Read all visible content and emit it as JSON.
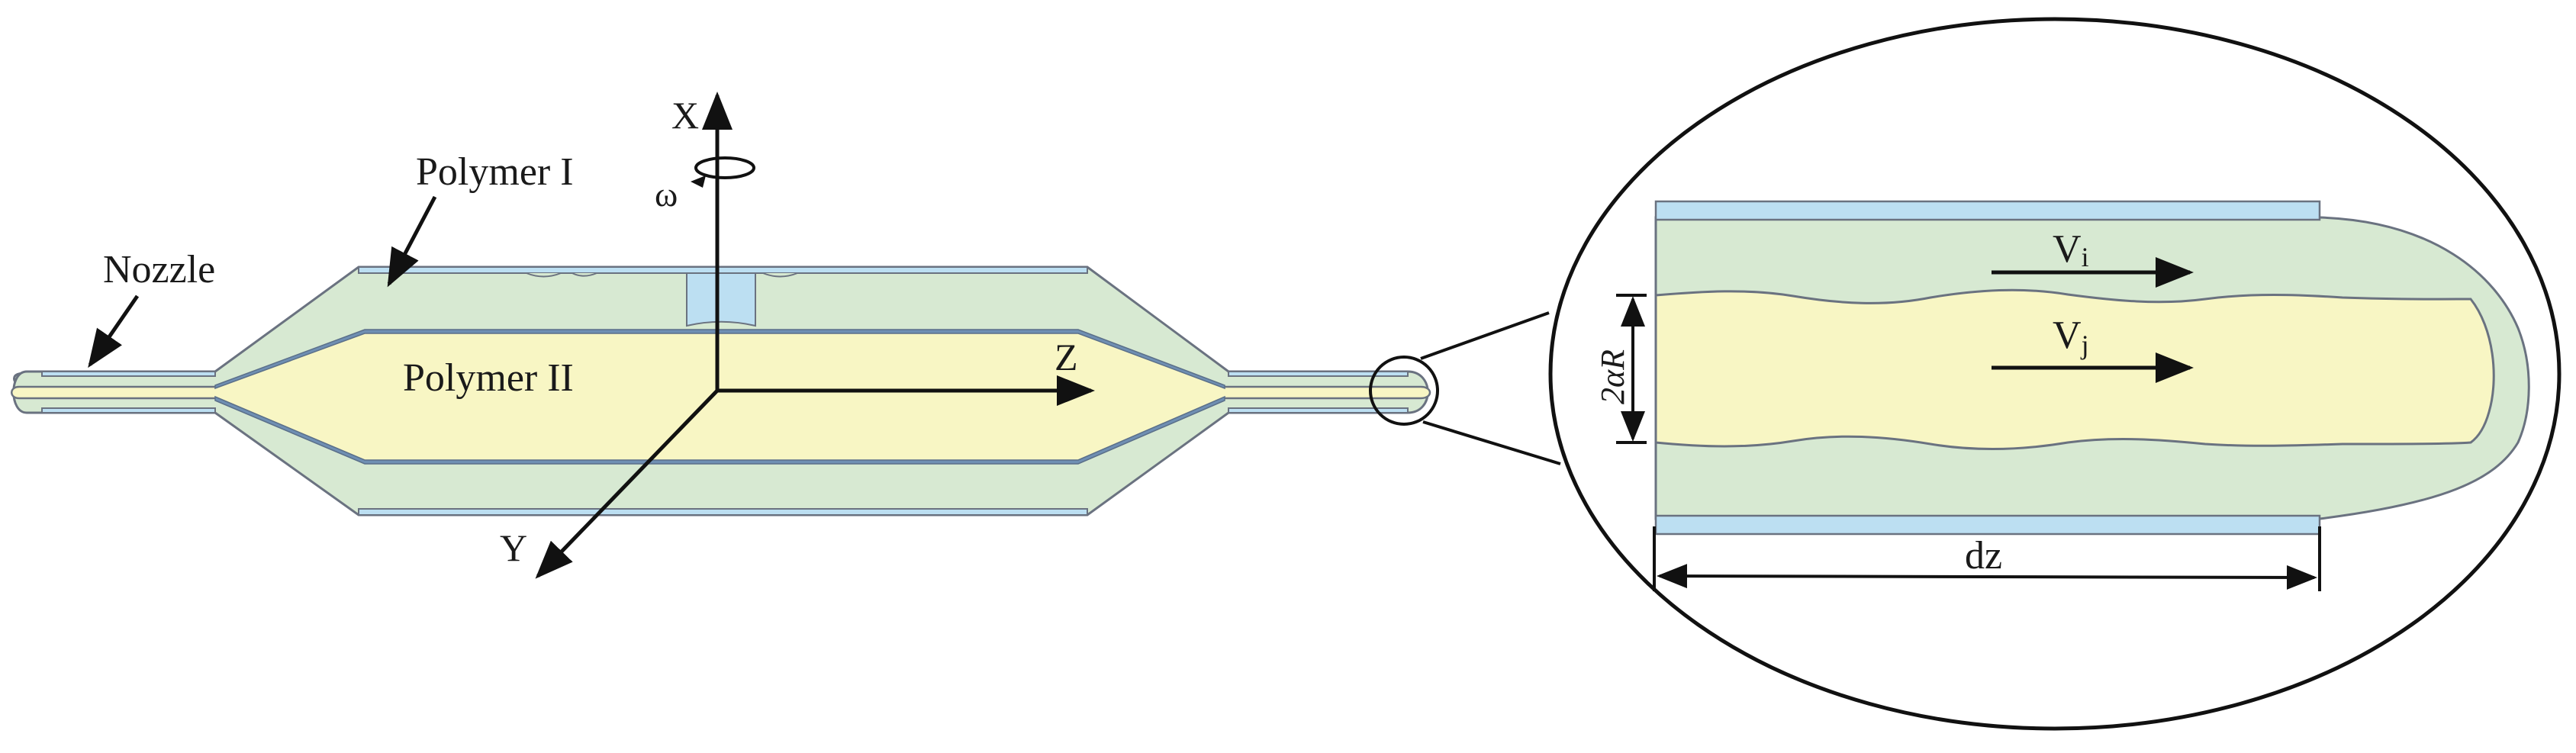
{
  "labels": {
    "nozzle": "Nozzle",
    "polymer_1": "Polymer I",
    "polymer_2": "Polymer II",
    "axis_x": "X",
    "axis_y": "Y",
    "axis_z": "Z",
    "omega": "ω",
    "v_i_main": "V",
    "v_i_sub": "i",
    "v_j_main": "V",
    "v_j_sub": "j",
    "thickness": "2αR",
    "segment_length": "dz"
  },
  "colors": {
    "outer_shell": "#d7e9d2",
    "inner_core": "#f8f6c4",
    "wall_blue": "#bcdff2",
    "outline": "#6a7280",
    "ink": "#111111"
  }
}
